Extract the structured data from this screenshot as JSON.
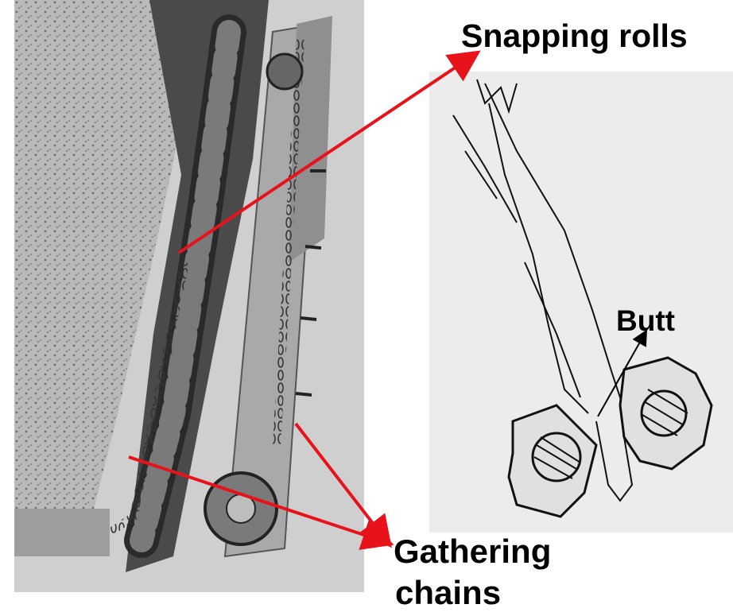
{
  "labels": {
    "snapping_rolls": "Snapping rolls",
    "butt": "Butt",
    "gathering_line1": "Gathering",
    "gathering_line2": "chains"
  },
  "colors": {
    "arrow_red": "#e8121a",
    "arrow_black": "#000000"
  }
}
